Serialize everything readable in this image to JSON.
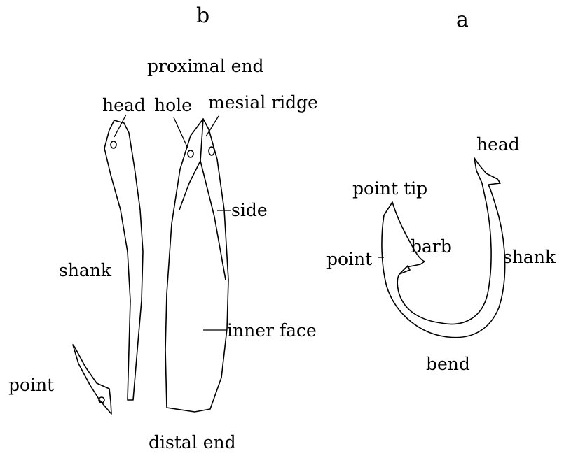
{
  "panel_b": {
    "panel_label": "b",
    "proximal_end": "proximal end",
    "distal_end": "distal end",
    "head": "head",
    "hole": "hole",
    "mesial_ridge": "mesial ridge",
    "side": "side",
    "shank": "shank",
    "inner_face": "inner face",
    "point": "point"
  },
  "panel_a": {
    "panel_label": "a",
    "head": "head",
    "point_tip": "point tip",
    "barb": "barb",
    "point": "point",
    "shank": "shank",
    "bend": "bend"
  },
  "colors": {
    "line": "#000000",
    "background": "#ffffff"
  }
}
